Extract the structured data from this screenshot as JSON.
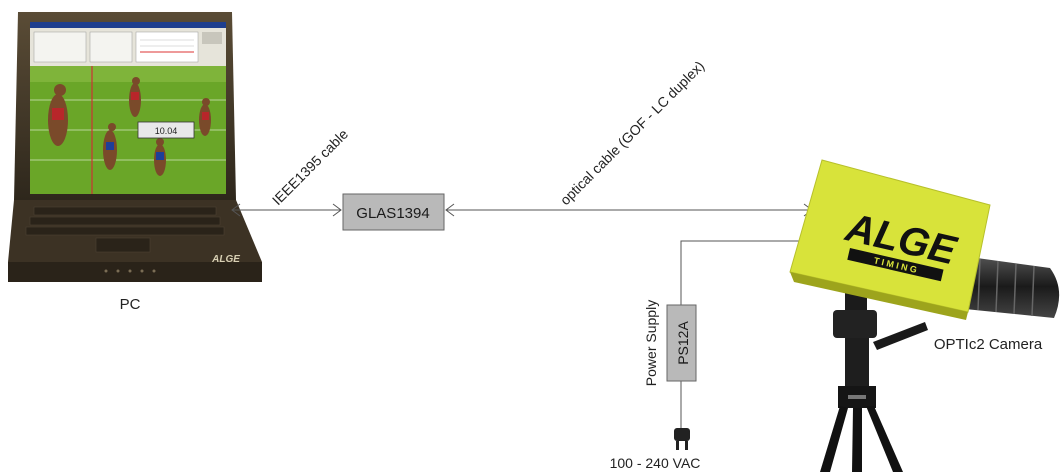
{
  "devices": {
    "pc": {
      "label": "PC"
    },
    "camera": {
      "label": "OPTIc2 Camera",
      "brand": "ALGE",
      "brand_sub": "T I M I N G",
      "color": "#d8e33a"
    },
    "converter": {
      "label": "GLAS1394"
    },
    "power_supply": {
      "label": "PS12A",
      "caption": "Power Supply"
    },
    "mains": {
      "label": "100 - 240 VAC"
    }
  },
  "cables": {
    "ieee": "IEEE1395 cable",
    "optical": "optical cable (GOF - LC duplex)"
  },
  "laptop_screen": {
    "time_readout": "10.04"
  },
  "laptop_logo": "ALGE",
  "colors": {
    "box_fill": "#b9b9b9",
    "laptop_body": "#4a3e2c",
    "track_green": "#6aa628"
  }
}
